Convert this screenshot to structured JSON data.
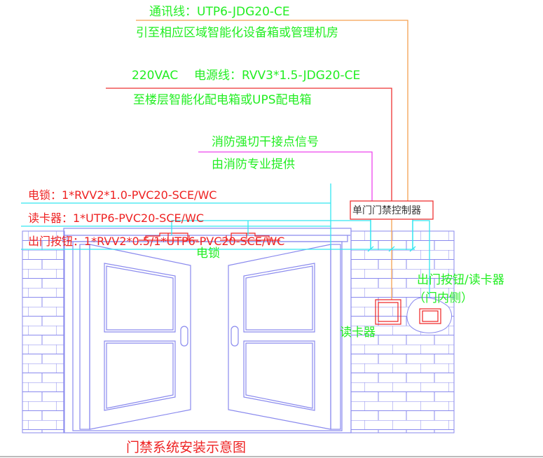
{
  "title": "门禁系统安装示意图",
  "comm_line": {
    "label": "通讯线：UTP6-JDG20-CE",
    "note": "引至相应区域智能化设备箱或管理机房",
    "color": "#f5a050"
  },
  "power_line": {
    "voltage": "220VAC",
    "label": "电源线：RVV3*1.5-JDG20-CE",
    "note": "至楼层智能化配电箱或UPS配电箱",
    "color": "#ee3333"
  },
  "fire_signal": {
    "label": "消防强切干接点信号",
    "note": "由消防专业提供",
    "color": "#ee44ee"
  },
  "cables": [
    "电锁：1*RVV2*1.0-PVC20-SCE/WC",
    "读卡器：1*UTP6-PVC20-SCE/WC",
    "出门按钮：1*RVV2*0.5/1*UTP6-PVC20-SCE/WC"
  ],
  "controller": "单门门禁控制器",
  "labels": {
    "lock": "电锁",
    "card_reader": "读卡器",
    "exit_button": "出门按钮/读卡器",
    "exit_button_side": "（门内侧）"
  }
}
